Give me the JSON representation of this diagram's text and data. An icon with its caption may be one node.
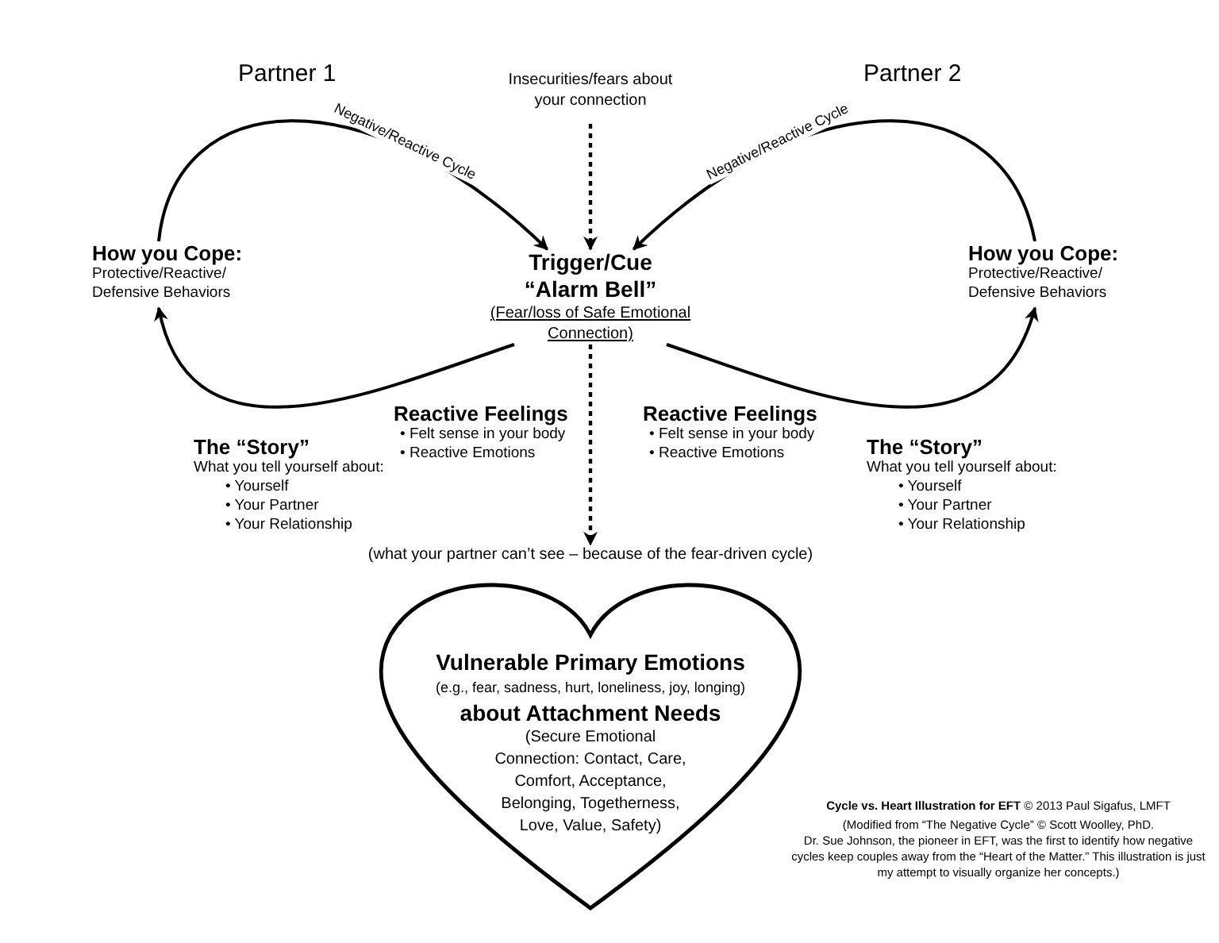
{
  "diagram": {
    "nodes": [
      {
        "text": [
          "Insecurities/fears about your connection"
        ]
      },
      {
        "text": [
          "Trigger/Cue “Alarm Bell”",
          "(Fear/loss of Safe Emotional Connection)"
        ]
      },
      {
        "text": [
          "How you Cope:",
          "Protective/Reactive/ Defensive Behaviors"
        ]
      },
      {
        "text": [
          "How you Cope:",
          "Protective/Reactive/ Defensive Behaviors"
        ]
      },
      {
        "text": [
          "Reactive Feelings",
          "• Felt sense in your body",
          "• Reactive Emotions"
        ]
      },
      {
        "text": [
          "Reactive Feelings",
          "• Felt sense in your body",
          "• Reactive Emotions"
        ]
      },
      {
        "text": [
          "The “Story”",
          "What you tell yourself about:",
          "• Yourself",
          "• Your Partner",
          "• Your Relationship"
        ]
      },
      {
        "text": [
          "The “Story”",
          "What you tell yourself about:",
          "• Yourself",
          "• Your Partner",
          "• Your Relationship"
        ]
      },
      {
        "text": [
          "(what your partner can’t see – because of the fear-driven cycle)"
        ]
      },
      {
        "text": [
          "Vulnerable Primary Emotions",
          "(e.g., fear, sadness, hurt, loneliness, joy, longing)",
          "about Attachment Needs",
          "(Secure Emotional Connection: Contact, Care, Comfort, Acceptance, Belonging, Togetherness, Love, Value, Safety)"
        ]
      }
    ],
    "edges": [
      {
        "from": 0,
        "to": 1,
        "arrow": "to",
        "style": "dashed"
      },
      {
        "from": 1,
        "to": 8,
        "arrow": "to",
        "style": "dashed"
      },
      {
        "from": 2,
        "to": 1,
        "arrow": "to",
        "label": "Negative/Reactive Cycle"
      },
      {
        "from": 1,
        "to": 2,
        "arrow": "to"
      },
      {
        "from": 3,
        "to": 1,
        "arrow": "to",
        "label": "Negative/Reactive Cycle"
      },
      {
        "from": 1,
        "to": 3,
        "arrow": "to"
      }
    ],
    "labels": [
      "Partner 1",
      "Partner 2",
      "**Cycle vs. Heart Illustration for EFT** © 2013 Paul Sigafus, LMFT",
      "(Modified from “The Negative Cycle” © Scott Woolley, PhD.",
      "Dr. Sue Johnson, the pioneer in EFT, was the first to identify how negative cycles keep couples away from the “Heart of the Matter.” This illustration is just my attempt to visually organize her concepts.)"
    ]
  }
}
